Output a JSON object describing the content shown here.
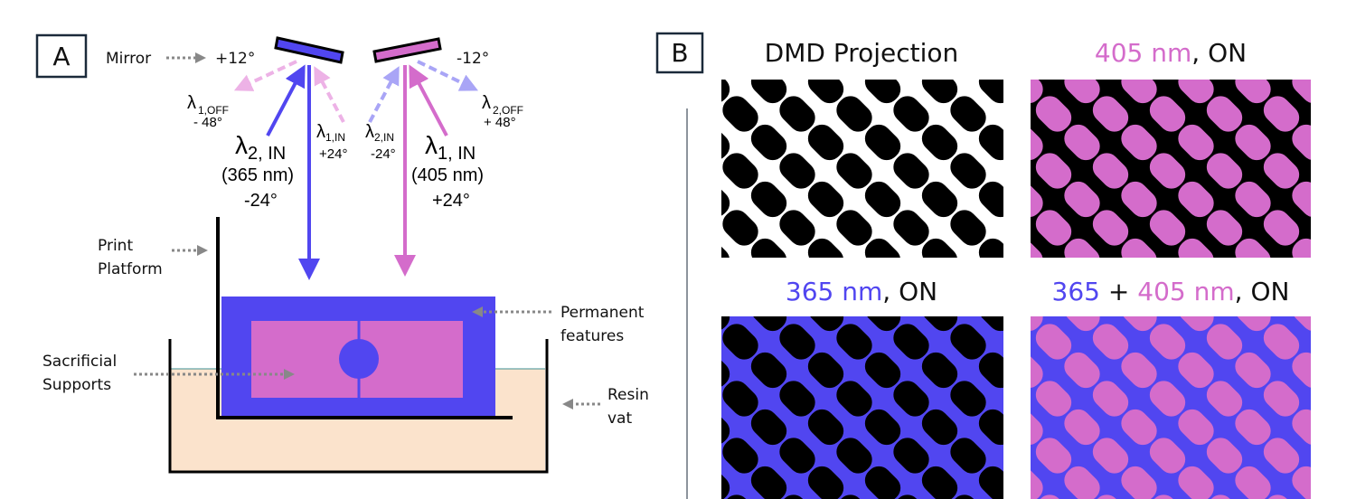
{
  "colors": {
    "uv365": "#5146F0",
    "vis405": "#D46CCB",
    "resin": "#FBE3CC",
    "arrow_gray": "#888888"
  },
  "panel_a": {
    "label": "A",
    "mirror_label": "Mirror",
    "mirror_left_angle": "+12°",
    "mirror_right_angle": "-12°",
    "l1_off": {
      "symbol": "λ",
      "sub": "1,OFF",
      "angle": "- 48°"
    },
    "l2_in_main": {
      "symbol": "λ",
      "sub": "2, IN",
      "wavelength": "(365 nm)",
      "angle": "-24°"
    },
    "l1_in_small": {
      "symbol": "λ",
      "sub": "1,IN",
      "angle": "+24°"
    },
    "l2_in_small": {
      "symbol": "λ",
      "sub": "2,IN",
      "angle": "-24°"
    },
    "l1_in_main": {
      "symbol": "λ",
      "sub": "1, IN",
      "wavelength": "(405 nm)",
      "angle": "+24°"
    },
    "l2_off": {
      "symbol": "λ",
      "sub": "2,OFF",
      "angle": "+ 48°"
    },
    "print_platform": [
      "Print",
      "Platform"
    ],
    "permanent_features": [
      "Permanent",
      "features"
    ],
    "sacrificial_supports": [
      "Sacrificial",
      "Supports"
    ],
    "resin_vat": [
      "Resin",
      "vat"
    ]
  },
  "panel_b": {
    "label": "B",
    "titles": {
      "dmd": "DMD Projection",
      "on405": {
        "part1": "405 nm",
        "part2": ", ON"
      },
      "on365": {
        "part1": "365 nm",
        "part2": ", ON"
      },
      "both": {
        "part1": "365",
        "part2": " + ",
        "part3": "405 nm",
        "part4": ", ON"
      }
    }
  }
}
